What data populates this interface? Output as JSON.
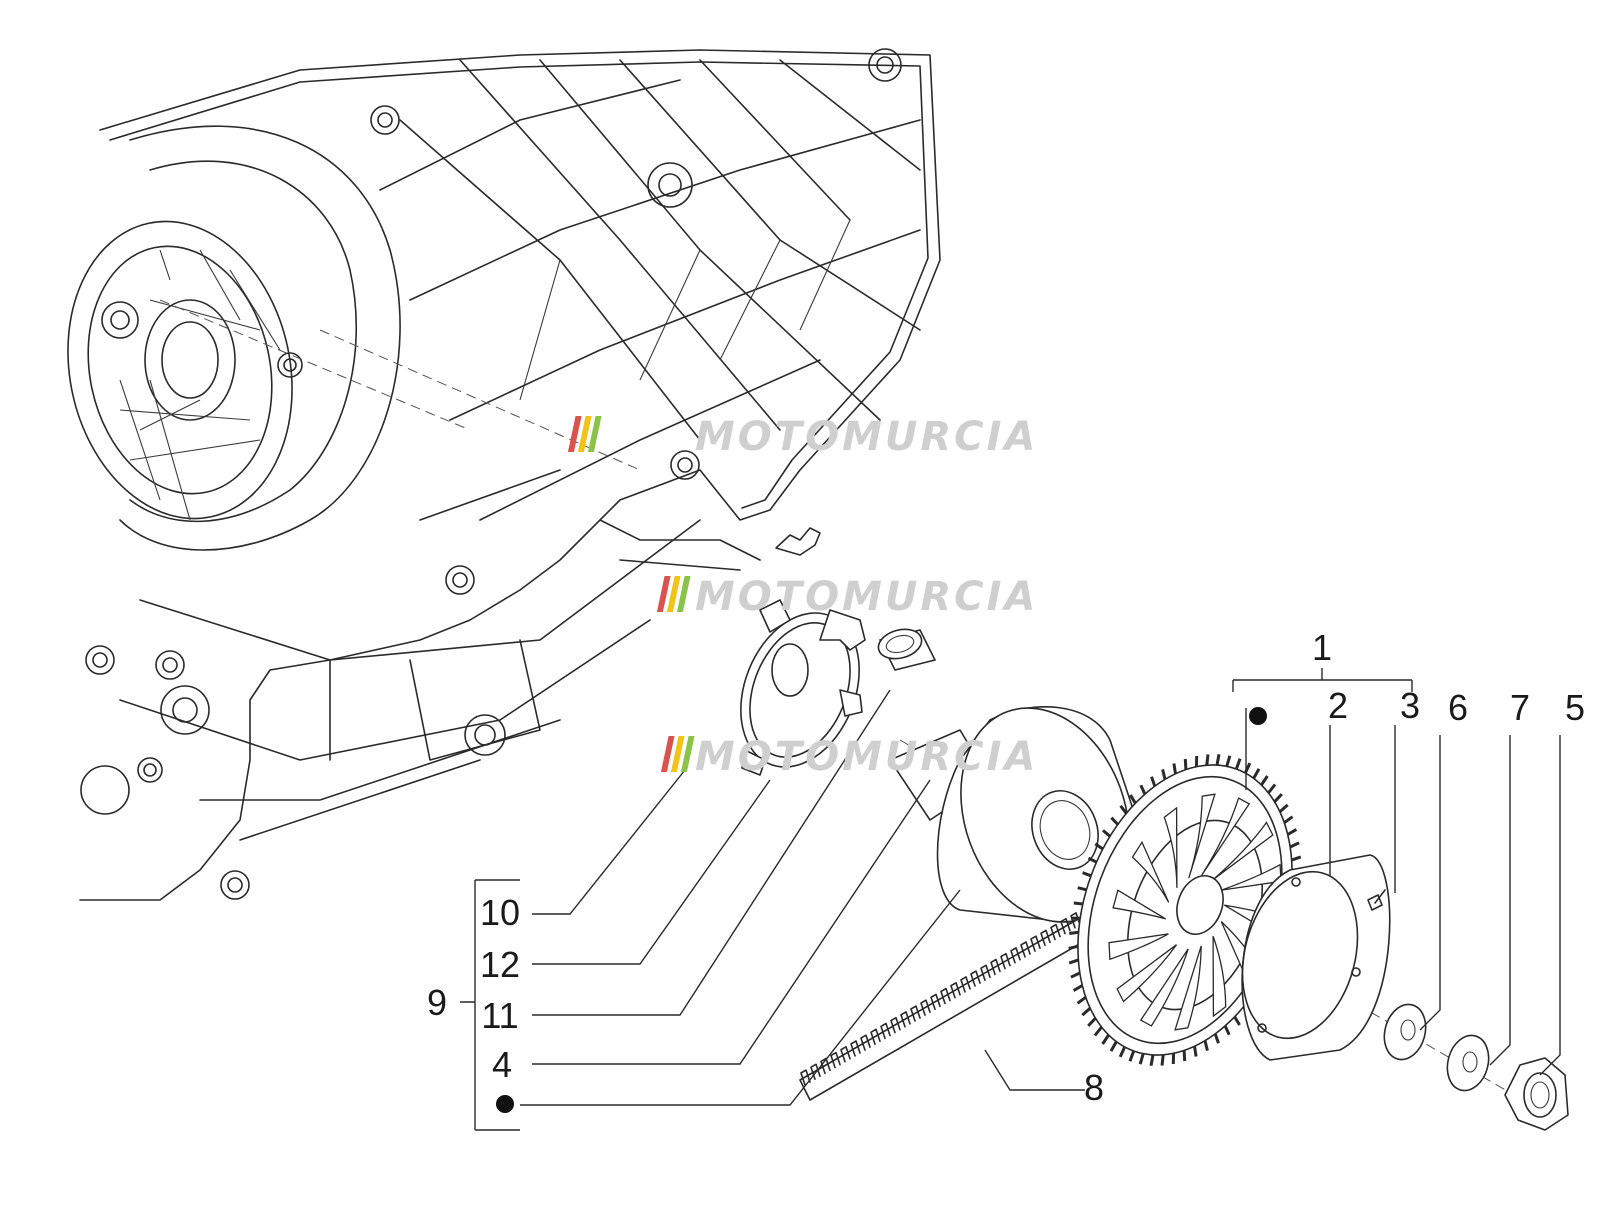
{
  "diagram": {
    "callouts": {
      "c1": "1",
      "c2": "2",
      "c3": "3",
      "c4": "4",
      "c5": "5",
      "c6": "6",
      "c7": "7",
      "c8": "8",
      "c9": "9",
      "c10": "10",
      "c11": "11",
      "c12": "12"
    },
    "watermark": "MOTOMURCIA",
    "watermark_stripe_colors": [
      "#d9534f",
      "#f0c419",
      "#8bc34a"
    ]
  }
}
